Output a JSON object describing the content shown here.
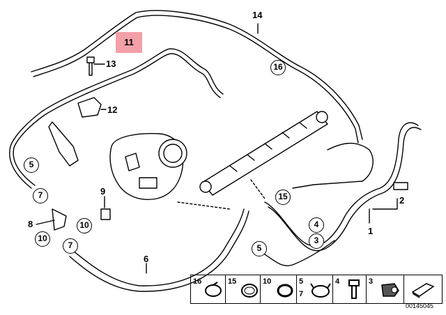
{
  "diagram": {
    "highlighted_label": "11",
    "part_labels": [
      "14",
      "13",
      "12",
      "9",
      "8",
      "6",
      "2",
      "1"
    ],
    "circled_labels": [
      "16",
      "5",
      "7",
      "10",
      "10",
      "7",
      "15",
      "4",
      "3",
      "5"
    ],
    "legend": {
      "cells": [
        {
          "nums": [
            "16"
          ],
          "icon": "hose-clamp-icon"
        },
        {
          "nums": [
            "15"
          ],
          "icon": "spring-clamp-icon"
        },
        {
          "nums": [
            "10"
          ],
          "icon": "sealing-ring-icon"
        },
        {
          "nums": [
            "5",
            "7"
          ],
          "icon": "band-clamp-icon"
        },
        {
          "nums": [
            "4"
          ],
          "icon": "bolt-icon"
        },
        {
          "nums": [
            "3"
          ],
          "icon": "holder-clip-icon"
        },
        {
          "nums": [],
          "icon": "arrow-icon"
        }
      ]
    },
    "diagram_code": "00145045"
  }
}
